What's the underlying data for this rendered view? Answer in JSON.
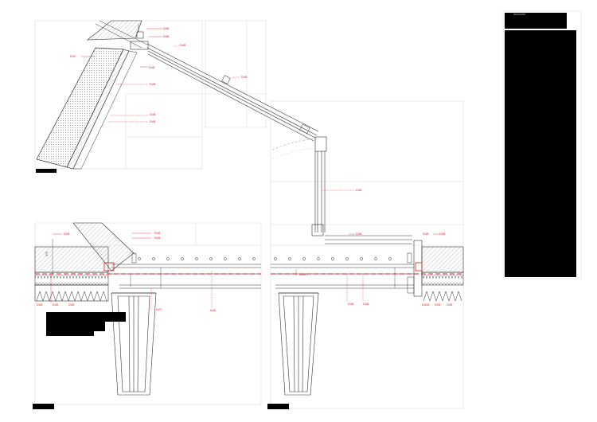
{
  "sheet": {
    "type": "architectural construction detail sheet",
    "details": [
      {
        "id": "A",
        "desc": "pitched roof / skylight section"
      },
      {
        "id": "B",
        "desc": "left glazing bar section"
      },
      {
        "id": "C",
        "desc": "right glazing bar section"
      }
    ]
  },
  "labels": {
    "A": [
      "DUB",
      "DUB",
      "DUB",
      "DUS",
      "DUB",
      "DUB",
      "DUB"
    ],
    "B": [
      "DUB",
      "DUB",
      "DUB",
      "DUB",
      "DUB",
      "DUB",
      "DUB",
      "DUB",
      "DUT",
      "DUS"
    ],
    "C": [
      "DUB",
      "DUB",
      "DUB",
      "DUB",
      "DUSD",
      "DUB",
      "DUB",
      "DUSB"
    ]
  },
  "colors": {
    "line": "#333333",
    "annotation": "#d61f26",
    "grid": "#dddddd",
    "redaction": "#000000"
  }
}
